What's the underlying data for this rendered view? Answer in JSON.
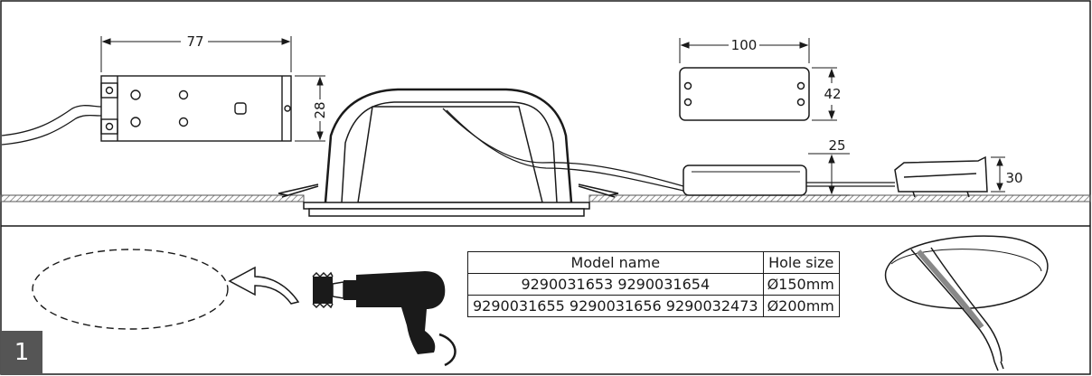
{
  "dimensions": {
    "driver_length": "77",
    "driver_height": "28",
    "box_width": "100",
    "box_height": "42",
    "box_depth": "25",
    "connector_height": "30"
  },
  "table": {
    "header_model": "Model name",
    "header_hole": "Hole size",
    "rows": [
      {
        "models": "9290031653 9290031654",
        "hole": "Ø150mm"
      },
      {
        "models": "9290031655 9290031656 9290032473",
        "hole": "Ø200mm"
      }
    ]
  },
  "step_number": "1",
  "colors": {
    "line": "#1a1a1a",
    "badge": "#555555",
    "ceiling": "#888888"
  }
}
